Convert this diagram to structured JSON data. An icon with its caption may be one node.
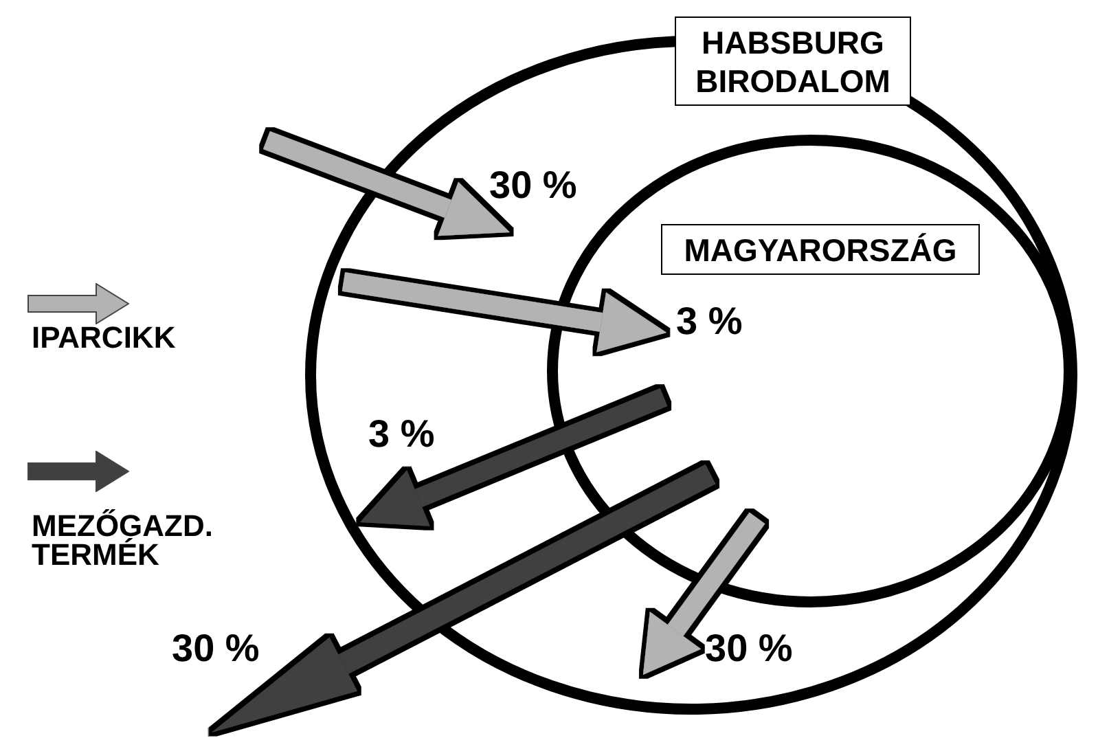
{
  "diagram": {
    "nodes": [
      {
        "text": [
          "HABSBURG BIRODALOM"
        ]
      },
      {
        "text": [
          "MAGYARORSZÁG"
        ],
        "in": 0
      }
    ],
    "edges": [
      {
        "from": null,
        "to": 0,
        "arrow": "to",
        "label": "30 %"
      },
      {
        "from": 0,
        "to": 1,
        "arrow": "to",
        "label": "3 %"
      },
      {
        "from": 1,
        "to": 0,
        "arrow": "to",
        "label": "3 %",
        "color": "#404040"
      },
      {
        "from": 1,
        "to": null,
        "arrow": "to",
        "label": "30 %",
        "color": "#404040"
      },
      {
        "from": 1,
        "to": 0,
        "arrow": "to",
        "label": "30 %"
      }
    ],
    "legend": [
      {
        "text": "IPARCIKK"
      },
      {
        "text": "MEZŐGAZD. TERMÉK"
      }
    ]
  }
}
